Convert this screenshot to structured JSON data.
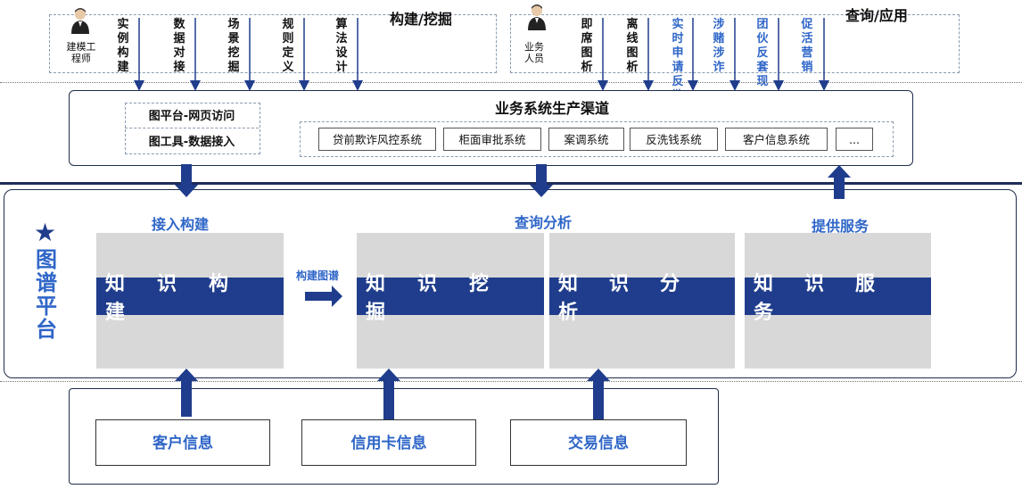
{
  "top": {
    "build_title": "构建/挖掘",
    "query_title": "查询/应用",
    "build_role": "建模工程师",
    "query_role": "业务人员",
    "build_tasks": [
      "实例构建",
      "数据对接",
      "场景挖掘",
      "规则定义",
      "算法设计"
    ],
    "query_tasks": [
      "即席图析",
      "离线图析"
    ],
    "query_tasks_blue": [
      "实时申请反欺诈",
      "涉赌涉诈",
      "团伙反套现",
      "促活营销"
    ]
  },
  "channel": {
    "title": "业务系统生产渠道",
    "left_items": [
      "图平台-网页访问",
      "图工具-数据接入"
    ],
    "systems": [
      "贷前欺诈风控系统",
      "柜面审批系统",
      "案调系统",
      "反洗钱系统",
      "客户信息系统",
      "..."
    ]
  },
  "platform": {
    "star": "★",
    "name": "图谱平台",
    "stage_titles": [
      "接入构建",
      "查询分析",
      "提供服务"
    ],
    "bands": [
      "知识构建",
      "知识挖掘",
      "知识分析",
      "知识服务"
    ],
    "arrow_label": "构建图谱"
  },
  "sources": [
    "客户信息",
    "信用卡信息",
    "交易信息"
  ],
  "colors": {
    "navy": "#1f3d8c",
    "accent_blue": "#2f66c8",
    "gray": "#d8d8d8"
  }
}
